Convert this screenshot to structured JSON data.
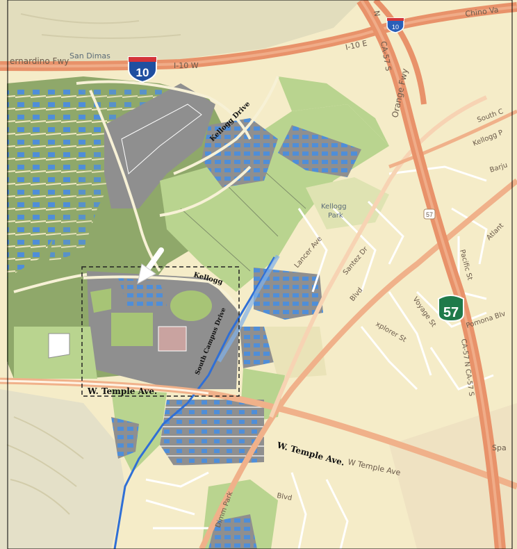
{
  "map": {
    "labels": {
      "san_dimas": "San Dimas",
      "bernardino_fwy": "ernardino Fwy",
      "i10_w": "I-10 W",
      "i10_e": "I-10 E",
      "ca57_s_top": "CA-57 S",
      "n_top": "N",
      "chino_va": "Chino Va",
      "orange_fwy": "Orange Fwy",
      "south_c": "South C",
      "kellogg_park_road": "Kellogg P",
      "barjud": "Barju",
      "kellogg_park_label": "Kellogg\nPark",
      "kellogg_park_line1": "Kellogg",
      "kellogg_park_line2": "Park",
      "lancer_ave": "Lancer Ave",
      "santez_dr": "Santez Dr",
      "atlantic": "Atlant",
      "pacific_st": "Pacific St",
      "pomona_blvd": "Pomona Blv",
      "voyage_st": "Voyage St",
      "explorer_st": "xplorer St",
      "blvd_upper": "Blvd",
      "blvd_lower": "Blvd",
      "w_temple_ave_road": "W Temple Ave",
      "ca57_n_ca57_s": "CA-57 N  CA-57 S",
      "spa": "Spa",
      "dimm_park": "Dimm Park",
      "i10_shield": "10",
      "ca57_shield": "57",
      "ca57_small": "57",
      "i10_small": "10"
    },
    "annotations": {
      "kellogg_drive": "Kellogg Drive",
      "kellogg": "Kellogg",
      "south_campus_drive": "South Campus Drive",
      "w_temple_ave_left": "W. Temple Ave.",
      "w_temple_ave_right": "W. Temple Ave."
    },
    "colors": {
      "base": "#f5ecc8",
      "hills": "#dfdcc0",
      "green": "#b9d48f",
      "campus_green": "#8fa86a",
      "building": "#4f8ed8",
      "freeway": "#e8926a",
      "arterial": "#f0b18a",
      "local": "#ffffff",
      "water": "#2f6fd6",
      "pavement": "#8f8f8f"
    }
  }
}
